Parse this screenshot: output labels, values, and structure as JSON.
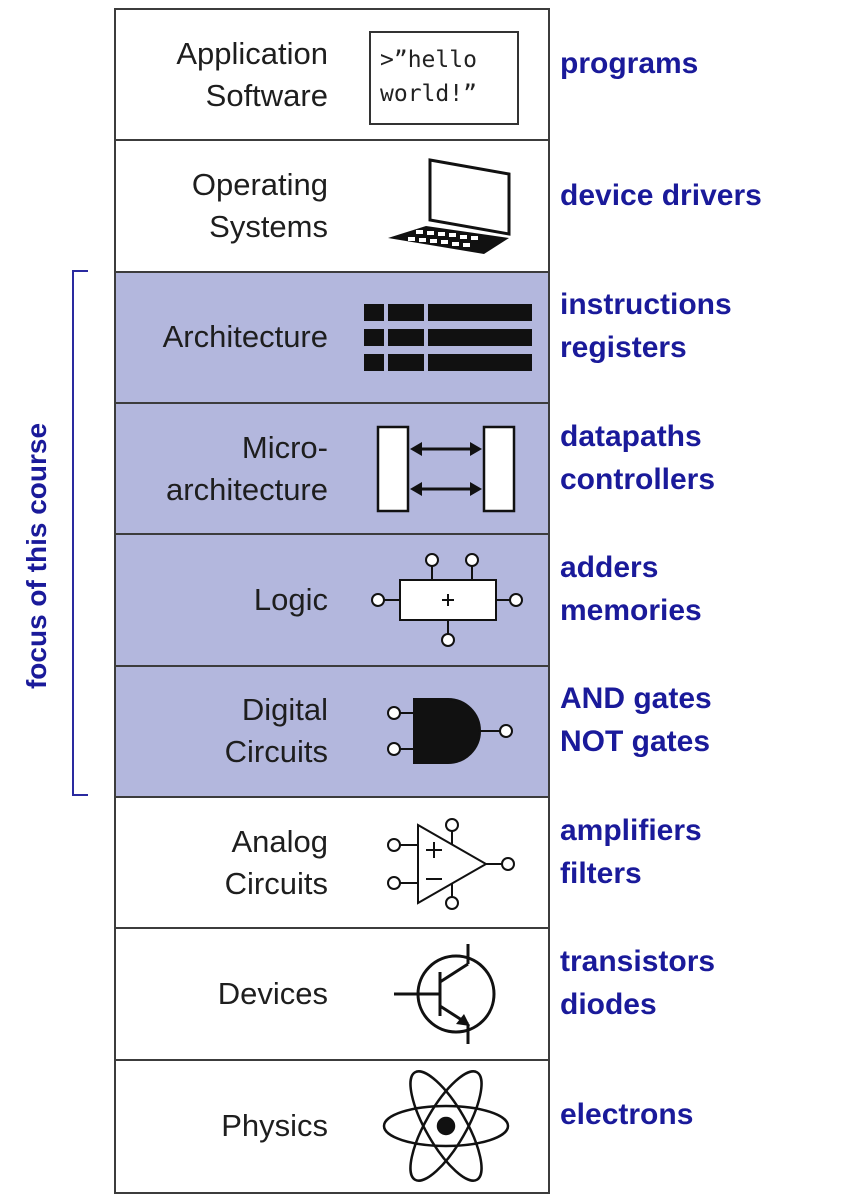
{
  "layers": [
    {
      "name": "Application\nSoftware",
      "examples": "programs",
      "icon": "hello-world-terminal-icon",
      "icon_text": ">”hello\nworld!”",
      "focus": false
    },
    {
      "name": "Operating\nSystems",
      "examples": "device drivers",
      "icon": "laptop-icon",
      "focus": false
    },
    {
      "name": "Architecture",
      "examples": "instructions\nregisters",
      "icon": "register-table-icon",
      "focus": true
    },
    {
      "name": "Micro-\narchitecture",
      "examples": "datapaths\ncontrollers",
      "icon": "datapath-icon",
      "focus": true
    },
    {
      "name": "Logic",
      "examples": "adders\nmemories",
      "icon": "adder-block-icon",
      "focus": true
    },
    {
      "name": "Digital\nCircuits",
      "examples": "AND gates\nNOT gates",
      "icon": "and-gate-icon",
      "focus": true
    },
    {
      "name": "Analog\nCircuits",
      "examples": "amplifiers\nfilters",
      "icon": "op-amp-icon",
      "focus": false
    },
    {
      "name": "Devices",
      "examples": "transistors\ndiodes",
      "icon": "transistor-icon",
      "focus": false
    },
    {
      "name": "Physics",
      "examples": "electrons",
      "icon": "atom-icon",
      "focus": false
    }
  ],
  "focus_label": "focus of this course",
  "colors": {
    "focus_fill": "#b3b7dd",
    "label_blue": "#1a1a9a",
    "border": "#3c3c3c"
  }
}
